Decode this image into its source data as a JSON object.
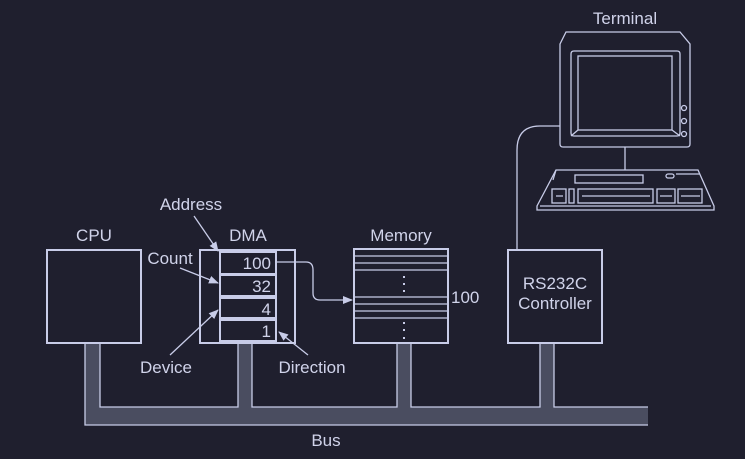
{
  "diagram": {
    "title_terminal": "Terminal",
    "components": {
      "cpu": "CPU",
      "dma": "DMA",
      "memory": "Memory",
      "controller_line1": "RS232C",
      "controller_line2": "Controller",
      "bus": "Bus"
    },
    "dma_registers": [
      {
        "name": "Address",
        "value": "100"
      },
      {
        "name": "Count",
        "value": "32"
      },
      {
        "name": "Device",
        "value": "4"
      },
      {
        "name": "Direction",
        "value": "1"
      }
    ],
    "memory_address_label": "100",
    "colors": {
      "background": "#1f1f2e",
      "line": "#c8cce8",
      "bus_fill": "#4a4d60",
      "text": "#d0d3ea"
    }
  }
}
